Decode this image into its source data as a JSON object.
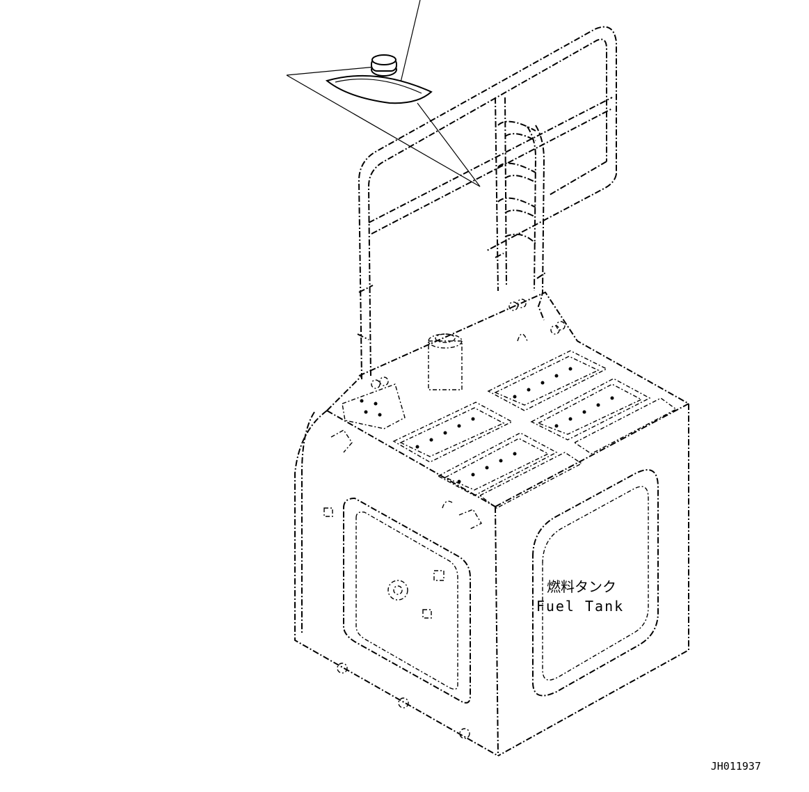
{
  "drawing": {
    "tank_label_jp": "燃料タンク",
    "tank_label_en": "Fuel Tank",
    "drawing_id": "JH011937"
  }
}
